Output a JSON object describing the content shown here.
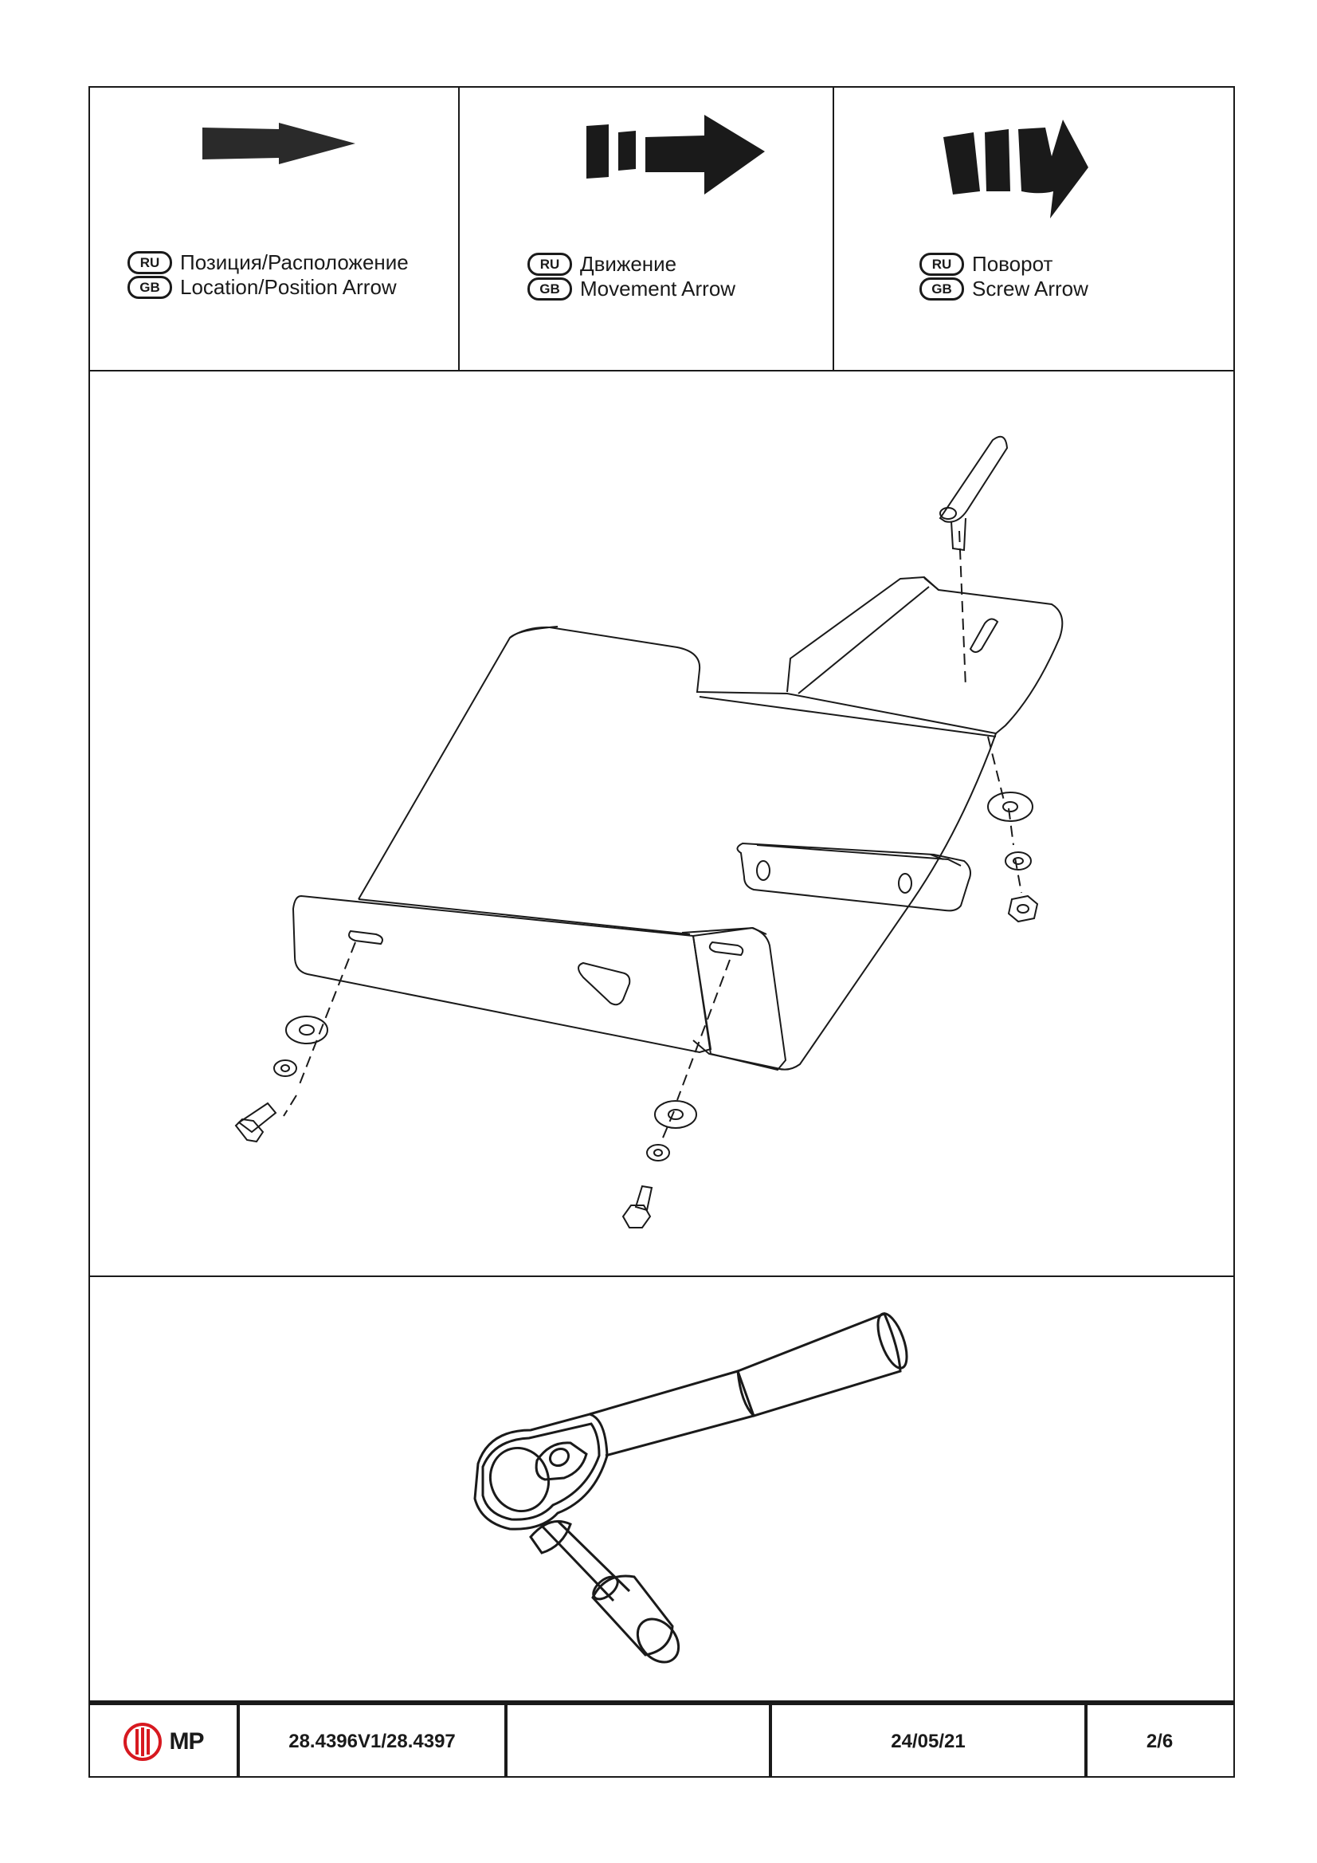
{
  "legend": [
    {
      "arrow": "location-arrow-icon",
      "ru_badge": "RU",
      "gb_badge": "GB",
      "ru_text": "Позиция/Расположение",
      "gb_text": "Location/Position Arrow"
    },
    {
      "arrow": "movement-arrow-icon",
      "ru_badge": "RU",
      "gb_badge": "GB",
      "ru_text": "Движение",
      "gb_text": "Movement Arrow"
    },
    {
      "arrow": "screw-arrow-icon",
      "ru_badge": "RU",
      "gb_badge": "GB",
      "ru_text": "Поворот",
      "gb_text": "Screw Arrow"
    }
  ],
  "illustrations": {
    "assembly": "skid-plate-assembly-drawing",
    "tool": "ratchet-wrench-drawing"
  },
  "footer": {
    "logo_text": "MP",
    "part_number": "28.4396V1/28.4397",
    "blank": "",
    "date": "24/05/21",
    "page": "2/6"
  },
  "colors": {
    "ink": "#1a1a1a",
    "logo_red": "#d71920"
  }
}
